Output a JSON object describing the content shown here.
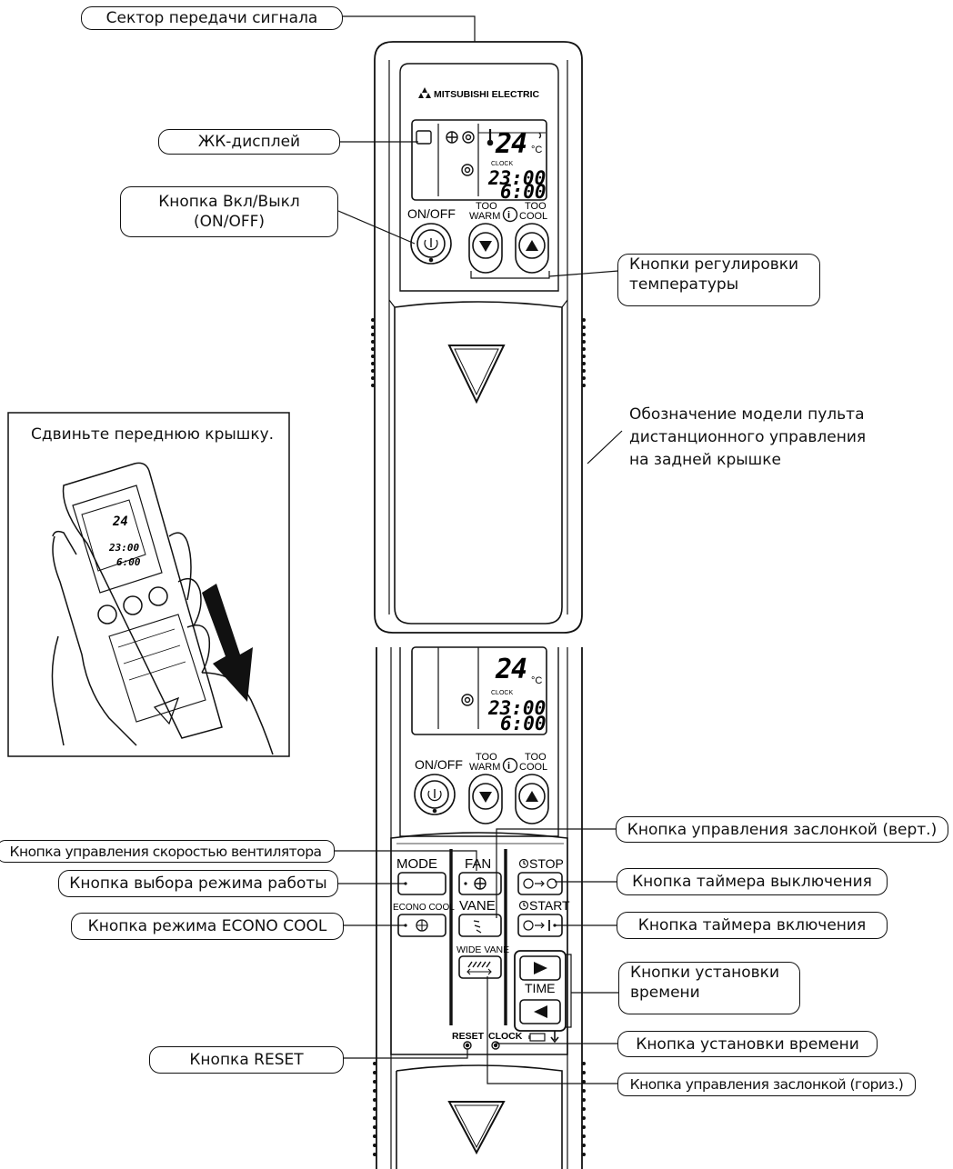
{
  "callouts": {
    "signal_sector": "Сектор передачи сигнала",
    "lcd_display": "ЖК-дисплей",
    "onoff_line1": "Кнопка Вкл/Выкл",
    "onoff_line2": "(ON/OFF)",
    "temp_line1": "Кнопки регулировки",
    "temp_line2": "температуры",
    "model_line1": "Обозначение модели пульта",
    "model_line2": "дистанционного управления",
    "model_line3": "на задней крышке",
    "slide_cover": "Сдвиньте переднюю крышку.",
    "fan_speed": "Кнопка управления скоростью вентилятора",
    "mode_select": "Кнопка выбора режима работы",
    "econo_cool": "Кнопка режима ECONO COOL",
    "vane_vert": "Кнопка управления заслонкой (верт.)",
    "off_timer": "Кнопка таймера выключения",
    "on_timer": "Кнопка таймера включения",
    "time_set_line1": "Кнопки установки",
    "time_set_line2": "времени",
    "clock_set": "Кнопка установки времени",
    "reset": "Кнопка RESET",
    "vane_horiz": "Кнопка управления заслонкой (гориз.)"
  },
  "remote": {
    "brand": "MITSUBISHI ELECTRIC",
    "temperature": "24",
    "temp_unit": "°C",
    "clock_label": "CLOCK",
    "off_time": "23:00",
    "on_time": "6:00",
    "onoff_label": "ON/OFF",
    "too_warm_top": "TOO",
    "too_warm_bottom": "WARM",
    "too_cool_top": "TOO",
    "too_cool_bottom": "COOL",
    "mode_label": "MODE",
    "fan_label": "FAN",
    "stop_label": "STOP",
    "start_label": "START",
    "econo_label": "ECONO COOL",
    "vane_label": "VANE",
    "wide_vane_label": "WIDE VANE",
    "time_label": "TIME",
    "reset_label": "RESET",
    "clock_bottom_label": "CLOCK"
  }
}
